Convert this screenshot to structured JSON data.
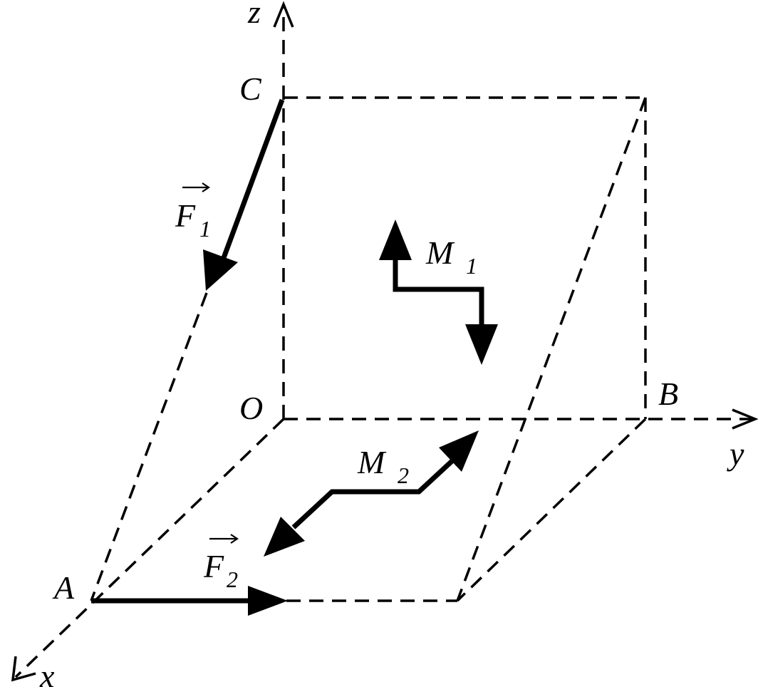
{
  "points": {
    "O": "O",
    "A": "A",
    "B": "B",
    "C": "C"
  },
  "axes": {
    "x": "x",
    "y": "y",
    "z": "z"
  },
  "forces": {
    "F1": {
      "letter": "F",
      "sub": "1"
    },
    "F2": {
      "letter": "F",
      "sub": "2"
    }
  },
  "moments": {
    "M1": {
      "letter": "M",
      "sub": "1"
    },
    "M2": {
      "letter": "M",
      "sub": "2"
    }
  },
  "colors": {
    "ink": "#000000",
    "background": "#ffffff"
  }
}
